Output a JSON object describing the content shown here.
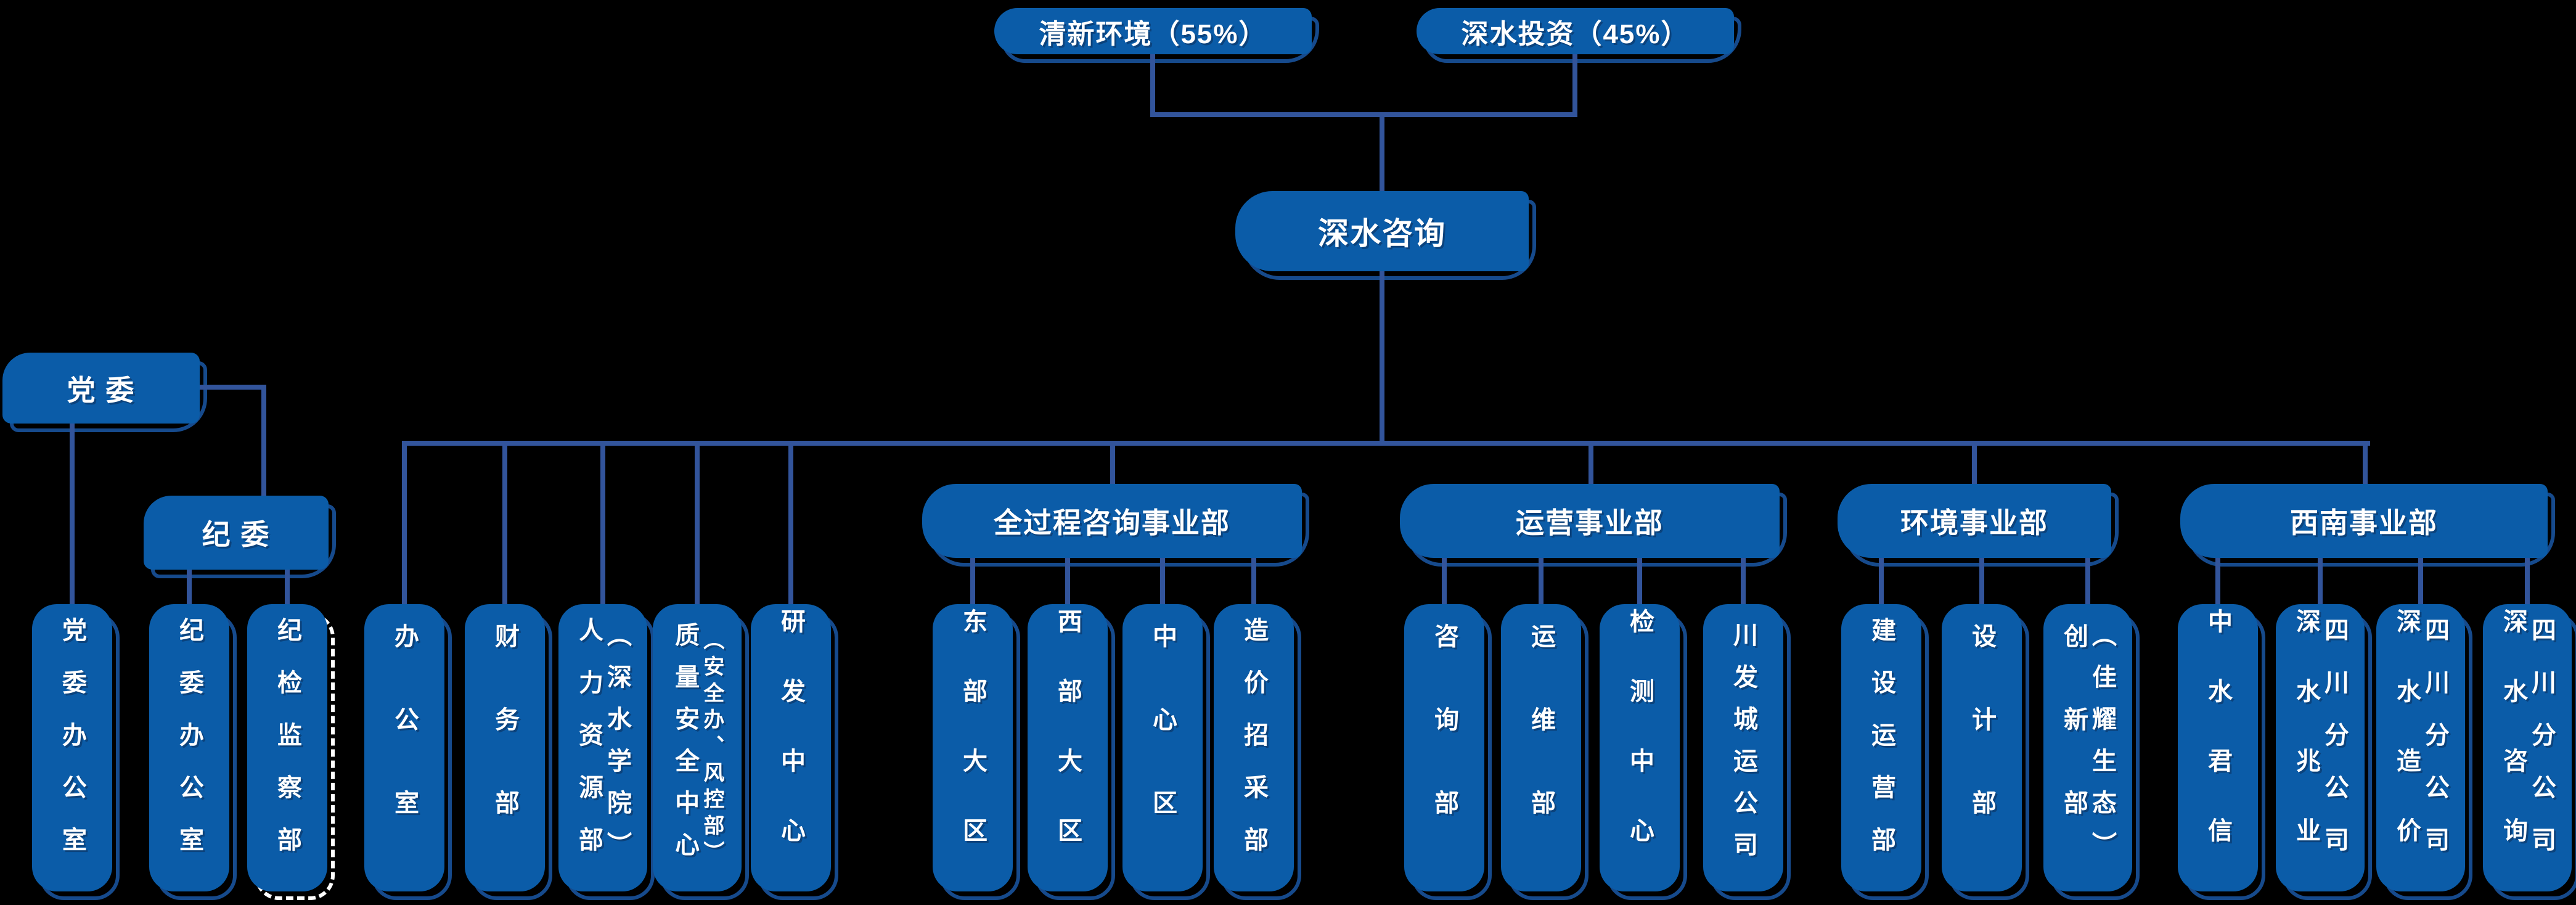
{
  "colors": {
    "background": "#000000",
    "box_fill": "#0b5ca8",
    "box_outline": "#164a8c",
    "connector": "#32549b",
    "text": "#ffffff",
    "special_outline": "#ffffff"
  },
  "shareholders": [
    {
      "label": "清新环境（55%）"
    },
    {
      "label": "深水投资（45%）"
    }
  ],
  "root": {
    "label": "深水咨询"
  },
  "left_branch": {
    "dangwei": {
      "label": "党 委"
    },
    "jiwei": {
      "label": "纪 委"
    },
    "dangwei_children": [
      {
        "name": "党委办公室",
        "columns": [
          "党委办公室"
        ]
      }
    ],
    "jiwei_children": [
      {
        "name": "纪委办公室",
        "columns": [
          "纪委办公室"
        ]
      },
      {
        "name": "纪检监察部",
        "columns": [
          "纪检监察部"
        ],
        "outline": "dashed-white"
      }
    ]
  },
  "direct_departments": [
    {
      "name": "办公室",
      "columns": [
        "办公室"
      ]
    },
    {
      "name": "财务部",
      "columns": [
        "财务部"
      ]
    },
    {
      "name": "人力资源部（深水学院）",
      "columns": [
        "人力资源部",
        "（深水学院）"
      ]
    },
    {
      "name": "质量安全中心（安全办、风控部）",
      "columns": [
        "质量安全中心",
        "（安全办、风控部）"
      ]
    },
    {
      "name": "研发中心",
      "columns": [
        "研发中心"
      ]
    }
  ],
  "divisions": [
    {
      "label": "全过程咨询事业部",
      "children": [
        {
          "name": "东部大区",
          "columns": [
            "东部大区"
          ]
        },
        {
          "name": "西部大区",
          "columns": [
            "西部大区"
          ]
        },
        {
          "name": "中心区",
          "columns": [
            "中心区"
          ]
        },
        {
          "name": "造价招采部",
          "columns": [
            "造价招采部"
          ]
        }
      ]
    },
    {
      "label": "运营事业部",
      "children": [
        {
          "name": "咨询部",
          "columns": [
            "咨询部"
          ]
        },
        {
          "name": "运维部",
          "columns": [
            "运维部"
          ]
        },
        {
          "name": "检测中心",
          "columns": [
            "检测中心"
          ]
        },
        {
          "name": "川发城运公司",
          "columns": [
            "川发城运公司"
          ]
        }
      ]
    },
    {
      "label": "环境事业部",
      "children": [
        {
          "name": "建设运营部",
          "columns": [
            "建设运营部"
          ]
        },
        {
          "name": "设计部",
          "columns": [
            "设计部"
          ]
        },
        {
          "name": "创新部（佳耀生态）",
          "columns": [
            "创新部",
            "（佳耀生态）"
          ]
        }
      ]
    },
    {
      "label": "西南事业部",
      "children": [
        {
          "name": "中水君信",
          "columns": [
            "中水君信"
          ]
        },
        {
          "name": "四川分公司（深水兆业）",
          "columns": [
            "深水兆业",
            "四川分公司"
          ]
        },
        {
          "name": "四川分公司（深水造价）",
          "columns": [
            "深水造价",
            "四川分公司"
          ]
        },
        {
          "name": "四川分公司（深水咨询）",
          "columns": [
            "深水咨询",
            "四川分公司"
          ]
        }
      ]
    }
  ]
}
